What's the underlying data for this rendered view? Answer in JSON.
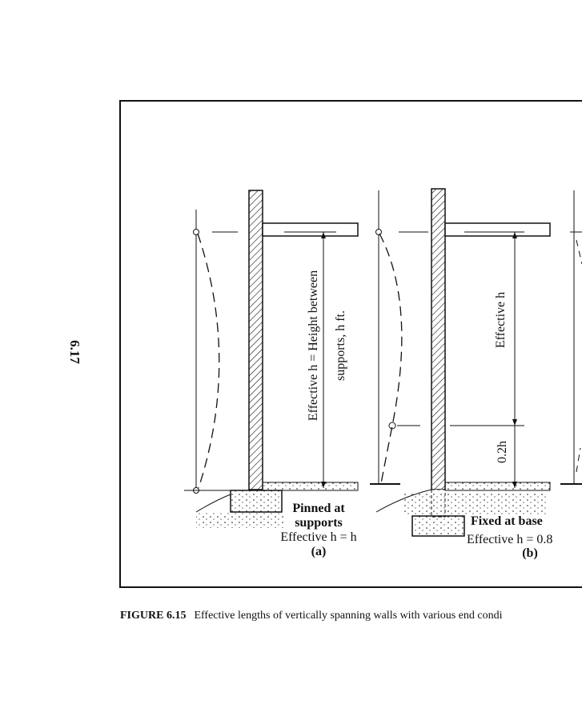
{
  "page_number": "6.17",
  "figure": {
    "panel_a": {
      "dimension_label_1": "Effective h = Height between",
      "dimension_label_2": "supports, h ft.",
      "condition_1": "Pinned at",
      "condition_2": "supports",
      "effective": "Effective h = h",
      "tag": "(a)"
    },
    "panel_b": {
      "dimension_label_1": "Effective h",
      "dimension_label_2": "0.2h",
      "condition_1": "Fixed at base",
      "effective": "Effective h = 0.8",
      "tag": "(b)"
    }
  },
  "caption": {
    "number": "FIGURE 6.15",
    "text": "Effective lengths of vertically spanning walls with various end condi"
  }
}
